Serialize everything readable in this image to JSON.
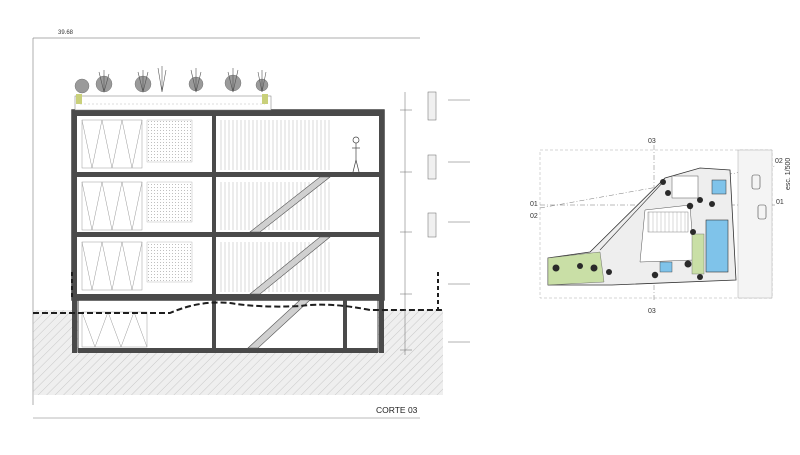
{
  "section": {
    "top_dimension": "39.68",
    "title": "CORTE 03"
  },
  "site_plan": {
    "scale_label": "esc. 1/500",
    "axis_labels": {
      "top": "03",
      "bottom": "03",
      "left_upper": "01",
      "left_lower": "02",
      "right_upper": "02",
      "right_lower": "01"
    }
  },
  "colors": {
    "line": "#5a5a5a",
    "dark": "#1e1e1e",
    "hatch": "#9a9a9a",
    "ground_fill": "#d2d2d2",
    "green": "#c9dfa6",
    "pool": "#7fc3ea",
    "tree": "#2a2a2a"
  }
}
